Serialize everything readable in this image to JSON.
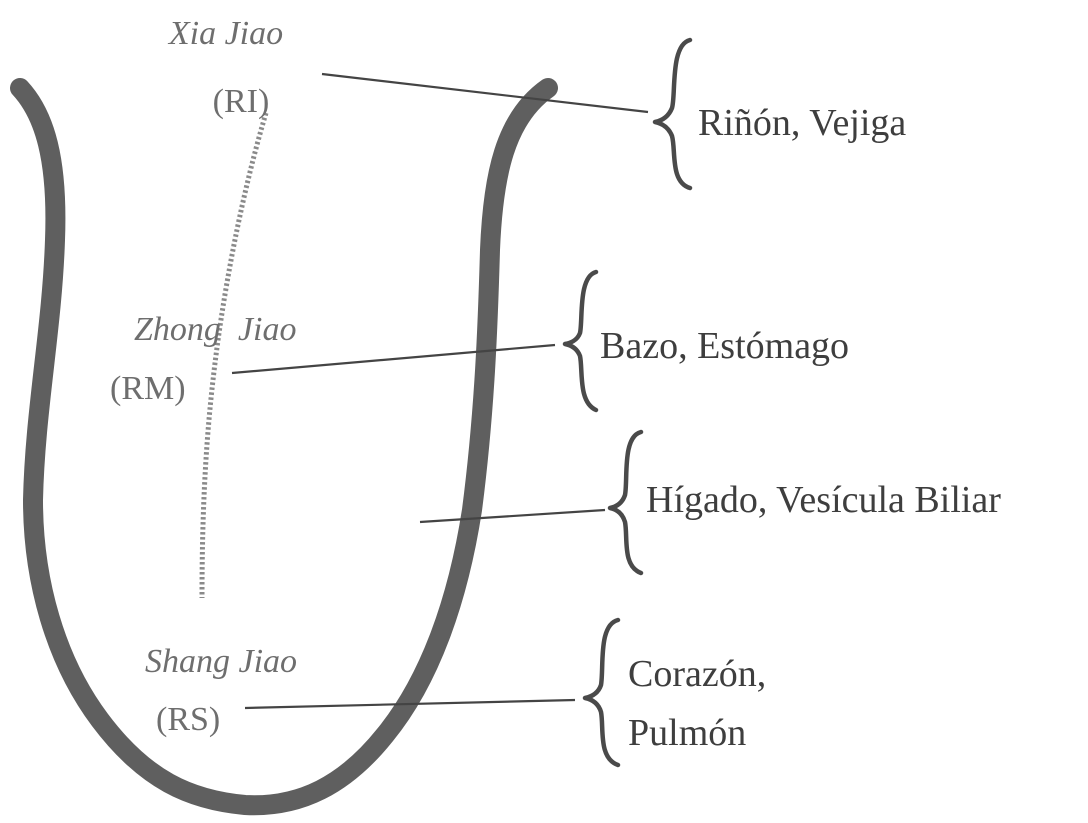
{
  "regions": [
    {
      "id": "ri",
      "name": "Xia Jiao",
      "code": "(RI)",
      "organs": [
        "Riñón, Vejiga"
      ]
    },
    {
      "id": "rm",
      "name": "Zhong  Jiao",
      "code": "(RM)",
      "organs": [
        "Bazo, Estómago"
      ]
    },
    {
      "id": "liver",
      "organs": [
        "Hígado, Vesícula Biliar"
      ]
    },
    {
      "id": "rs",
      "name": "Shang Jiao",
      "code": "(RS)",
      "organs": [
        "Corazón,",
        "Pulmón"
      ]
    }
  ]
}
